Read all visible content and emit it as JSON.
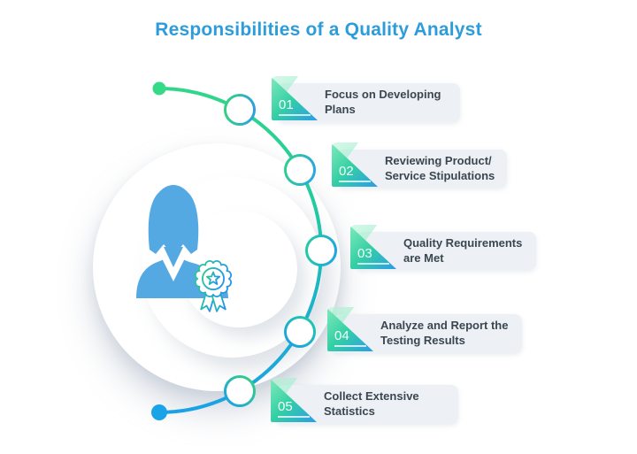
{
  "title": "Responsibilities of a Quality Analyst",
  "steps": [
    {
      "number": "01",
      "line1": "Focus on Developing",
      "line2": "Plans"
    },
    {
      "number": "02",
      "line1": "Reviewing Product/",
      "line2": "Service Stipulations"
    },
    {
      "number": "03",
      "line1": "Quality Requirements",
      "line2": "are Met"
    },
    {
      "number": "04",
      "line1": "Analyze and Report the",
      "line2": "Testing Results"
    },
    {
      "number": "05",
      "line1": "Collect Extensive",
      "line2": "Statistics"
    }
  ],
  "icons": {
    "person": "woman-silhouette-icon",
    "award": "award-rosette-ribbon-icon",
    "timeline_nodes": "open-circle-markers",
    "timeline_start": "green-dot",
    "timeline_end": "blue-dot"
  },
  "colors": {
    "title_blue": "#2D9CDB",
    "card_bg": "#EDF1F5",
    "card_text": "#3A4750",
    "person_blue": "#55A9E2",
    "arc_green": "#31D689",
    "arc_teal": "#22CBA0",
    "arc_blue": "#1BA1E6",
    "badge_mint": "#7FEABC",
    "badge_teal": "#34CFA4",
    "badge_blue": "#2B9BE8"
  }
}
